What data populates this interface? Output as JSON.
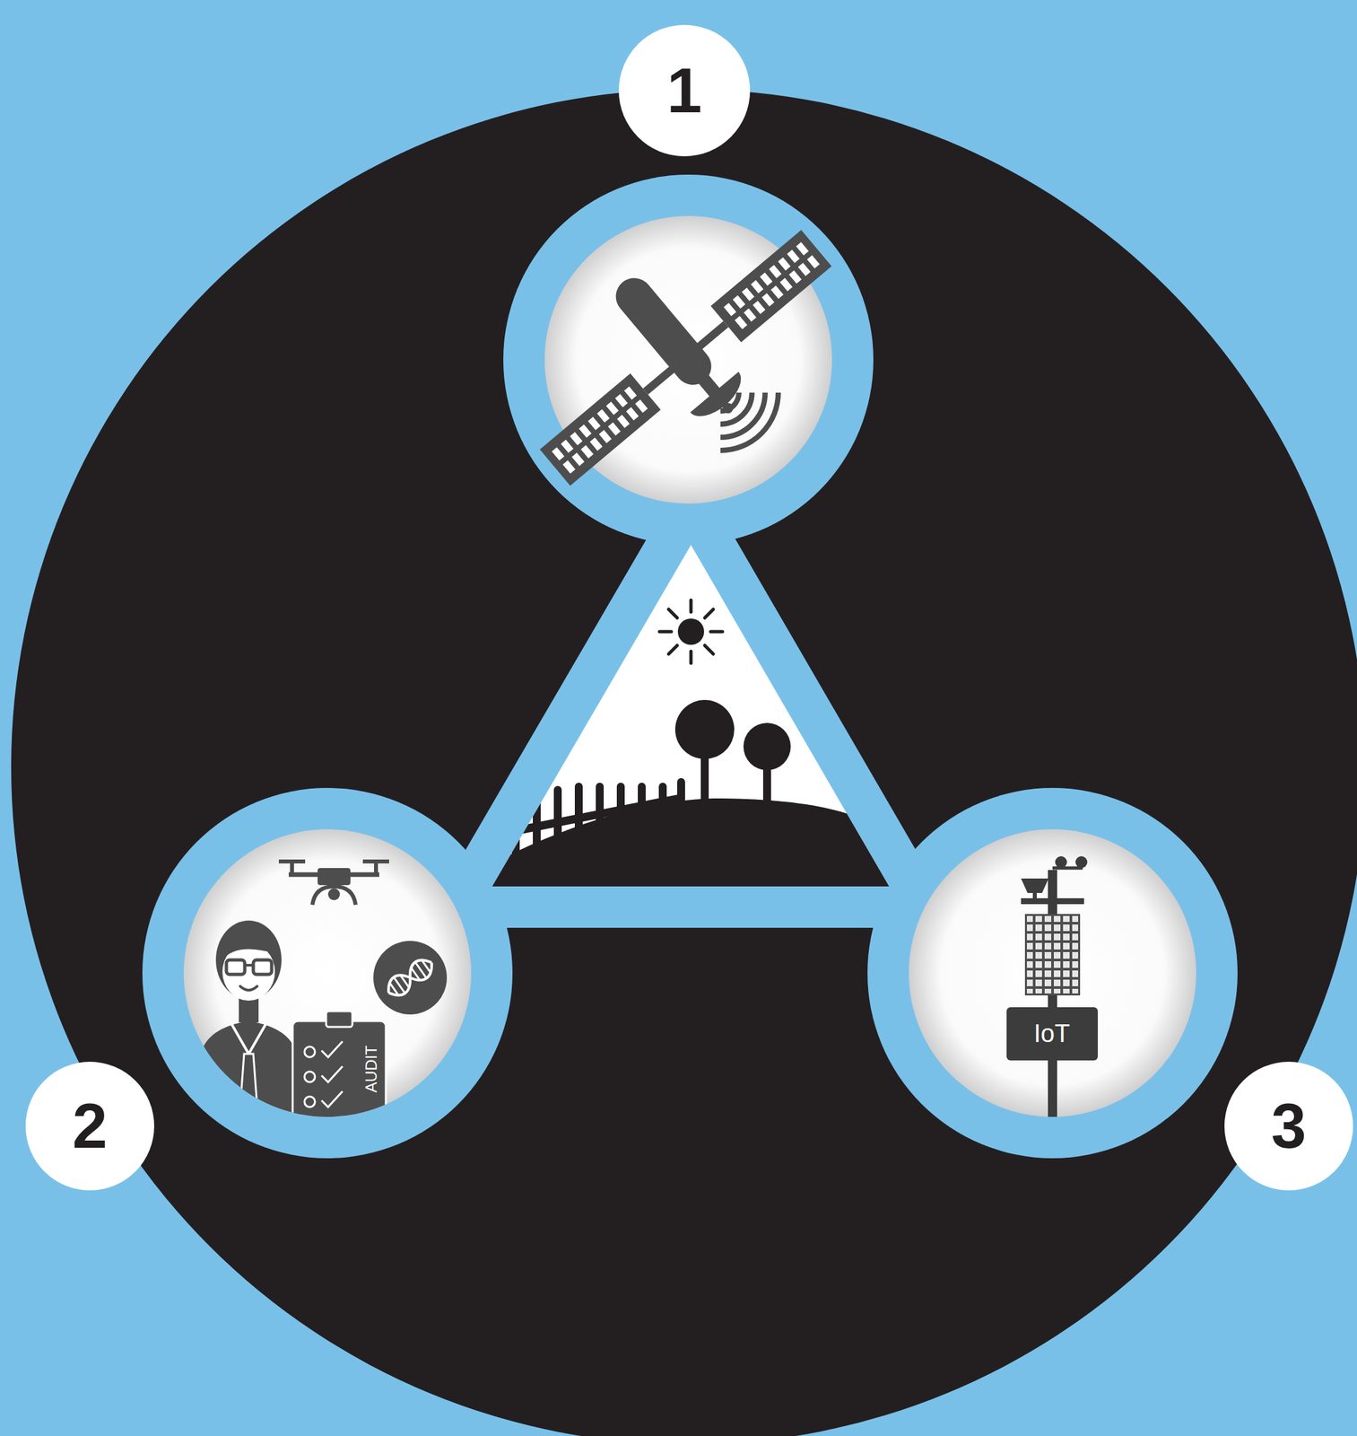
{
  "diagram": {
    "nodes": [
      {
        "text": [
          "1"
        ]
      },
      {
        "text": [
          "2"
        ]
      },
      {
        "text": [
          "3"
        ]
      }
    ],
    "labels": [
      "AUDIT",
      "IoT"
    ]
  }
}
